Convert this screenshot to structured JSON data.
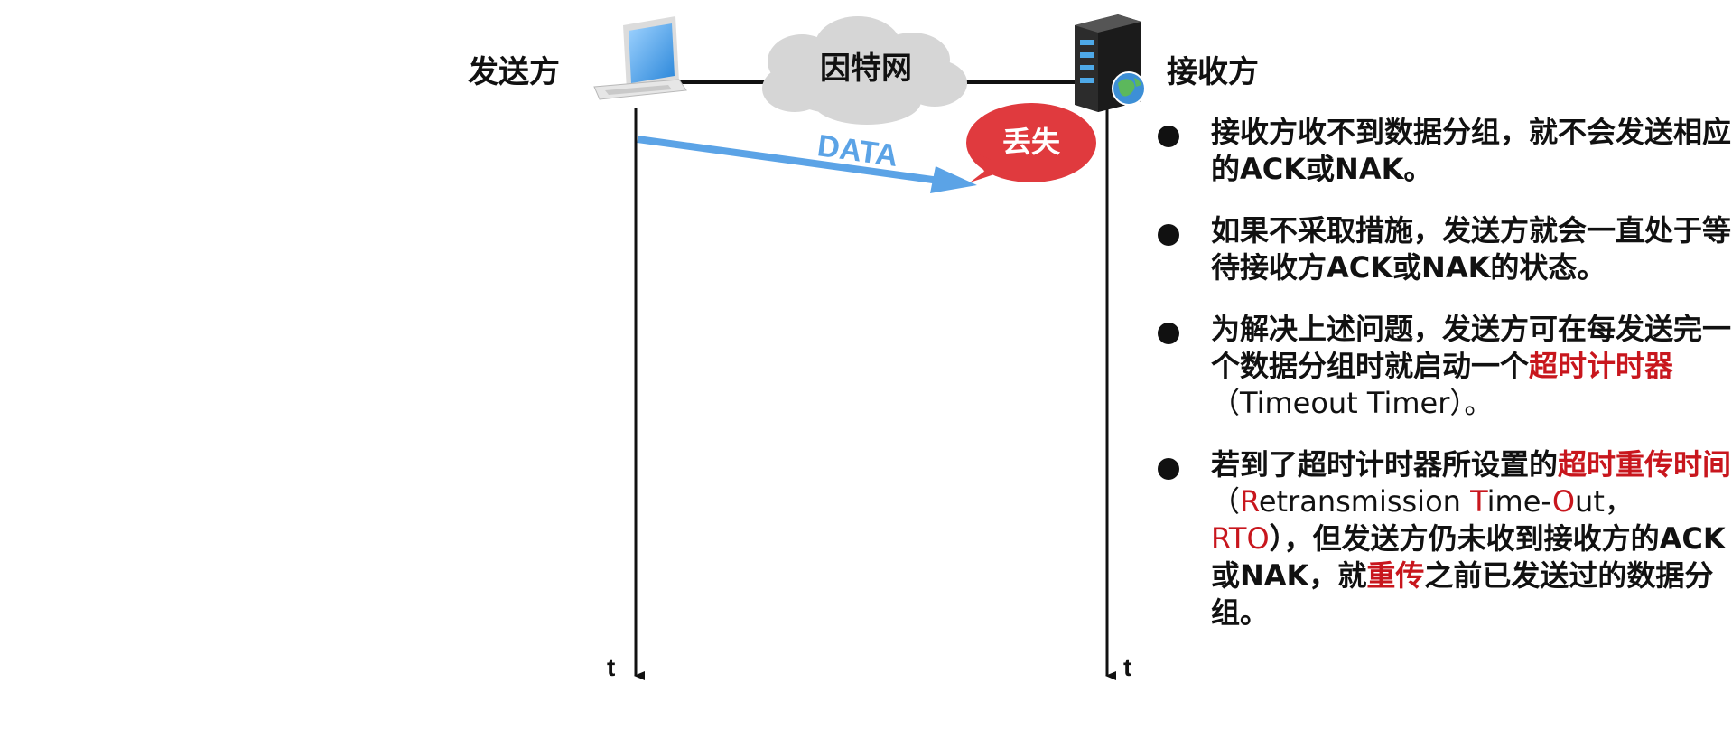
{
  "labels": {
    "sender": "发送方",
    "receiver": "接收方",
    "internet": "因特网",
    "data_arrow": "DATA",
    "lost_bubble": "丢失",
    "time_axis_sender": "t",
    "time_axis_receiver": "t"
  },
  "colors": {
    "data_arrow": "#5ba3e6",
    "lost_bubble": "#e03a3e",
    "highlight": "#c8161d",
    "text": "#111111"
  },
  "icons": {
    "sender": "laptop-icon",
    "receiver": "server-icon",
    "network": "cloud-icon",
    "globe": "globe-icon"
  },
  "bullets": [
    [
      {
        "t": "接收方收不到数据分组，就不会发送相应的ACK或NAK。",
        "s": "plain"
      }
    ],
    [
      {
        "t": "如果不采取措施，发送方就会一直处于等待接收方ACK或NAK的状态。",
        "s": "plain"
      }
    ],
    [
      {
        "t": "为解决上述问题，发送方可在每发送完一个数据分组时就启动一个",
        "s": "plain"
      },
      {
        "t": "超时计时器",
        "s": "red"
      },
      {
        "t": "（Timeout Timer）。",
        "s": "thin"
      }
    ],
    [
      {
        "t": "若到了超时计时器所设置的",
        "s": "plain"
      },
      {
        "t": "超时重传时间",
        "s": "red"
      },
      {
        "t": "（",
        "s": "thin"
      },
      {
        "t": "R",
        "s": "red-thin"
      },
      {
        "t": "etransmission ",
        "s": "thin"
      },
      {
        "t": "T",
        "s": "red-thin"
      },
      {
        "t": "ime-",
        "s": "thin"
      },
      {
        "t": "O",
        "s": "red-thin"
      },
      {
        "t": "ut，",
        "s": "thin"
      },
      {
        "t": "RTO",
        "s": "red-thin"
      },
      {
        "t": "），但发送方仍未收到接收方的ACK或NAK，就",
        "s": "plain"
      },
      {
        "t": "重传",
        "s": "red"
      },
      {
        "t": "之前已发送过的数据分组。",
        "s": "plain"
      }
    ]
  ]
}
